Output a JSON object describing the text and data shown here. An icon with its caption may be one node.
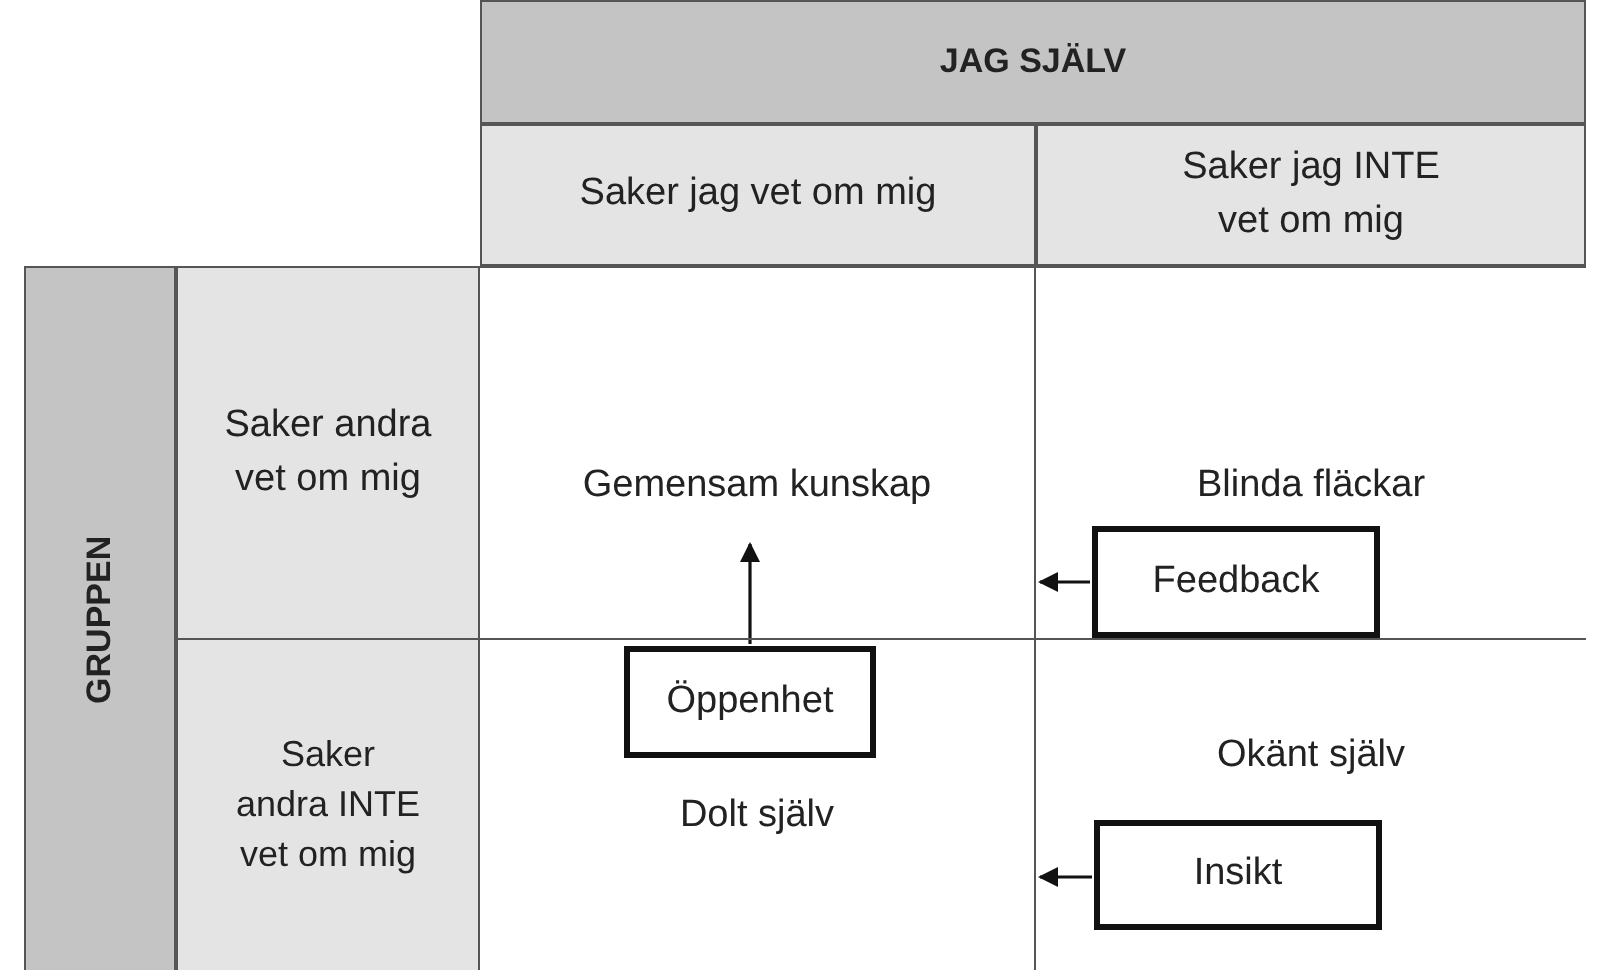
{
  "diagram": {
    "nodes": [
      {
        "text": [
          "JAG SJÄLV"
        ]
      },
      {
        "text": [
          "Saker jag vet om mig"
        ]
      },
      {
        "text": [
          "Saker jag INTE vet om mig"
        ]
      },
      {
        "text": [
          "GRUPPEN"
        ]
      },
      {
        "text": [
          "Saker andra vet om mig"
        ]
      },
      {
        "text": [
          "Gemensam kunskap"
        ]
      },
      {
        "text": [
          "Blinda fläckar"
        ]
      },
      {
        "text": [
          "Feedback"
        ],
        "in": 6
      },
      {
        "text": [
          "Öppenhet"
        ],
        "in": 10
      },
      {
        "text": [
          "Saker andra INTE vet om mig"
        ]
      },
      {
        "text": [
          "Dolt själv"
        ]
      },
      {
        "text": [
          "Okänt själv"
        ]
      },
      {
        "text": [
          "Insikt"
        ],
        "in": 11
      }
    ],
    "edges": [
      {
        "from": 7,
        "to": 5,
        "arrow": "to"
      },
      {
        "from": 8,
        "to": 5,
        "arrow": "to"
      },
      {
        "from": 12,
        "to": 10,
        "arrow": "to"
      }
    ]
  }
}
